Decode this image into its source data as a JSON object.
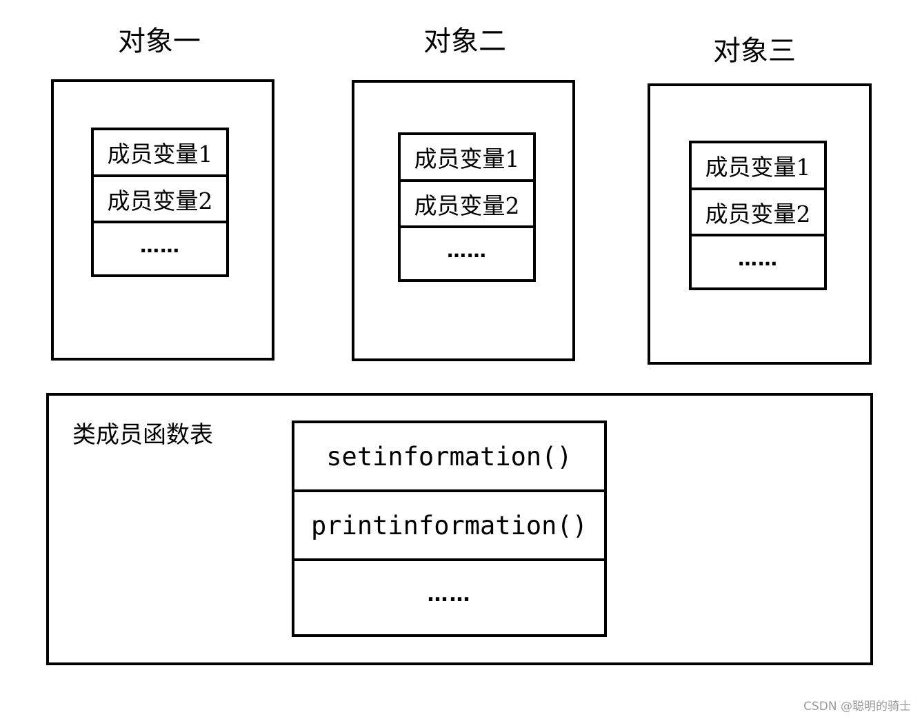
{
  "objects": [
    {
      "title": "对象一",
      "members": [
        "成员变量1",
        "成员变量2",
        "……"
      ]
    },
    {
      "title": "对象二",
      "members": [
        "成员变量1",
        "成员变量2",
        "……"
      ]
    },
    {
      "title": "对象三",
      "members": [
        "成员变量1",
        "成员变量2",
        "……"
      ]
    }
  ],
  "function_table": {
    "label": "类成员函数表",
    "rows": [
      "setinformation()",
      "printinformation()",
      "……"
    ]
  },
  "watermark": "CSDN @聪明的骑士"
}
